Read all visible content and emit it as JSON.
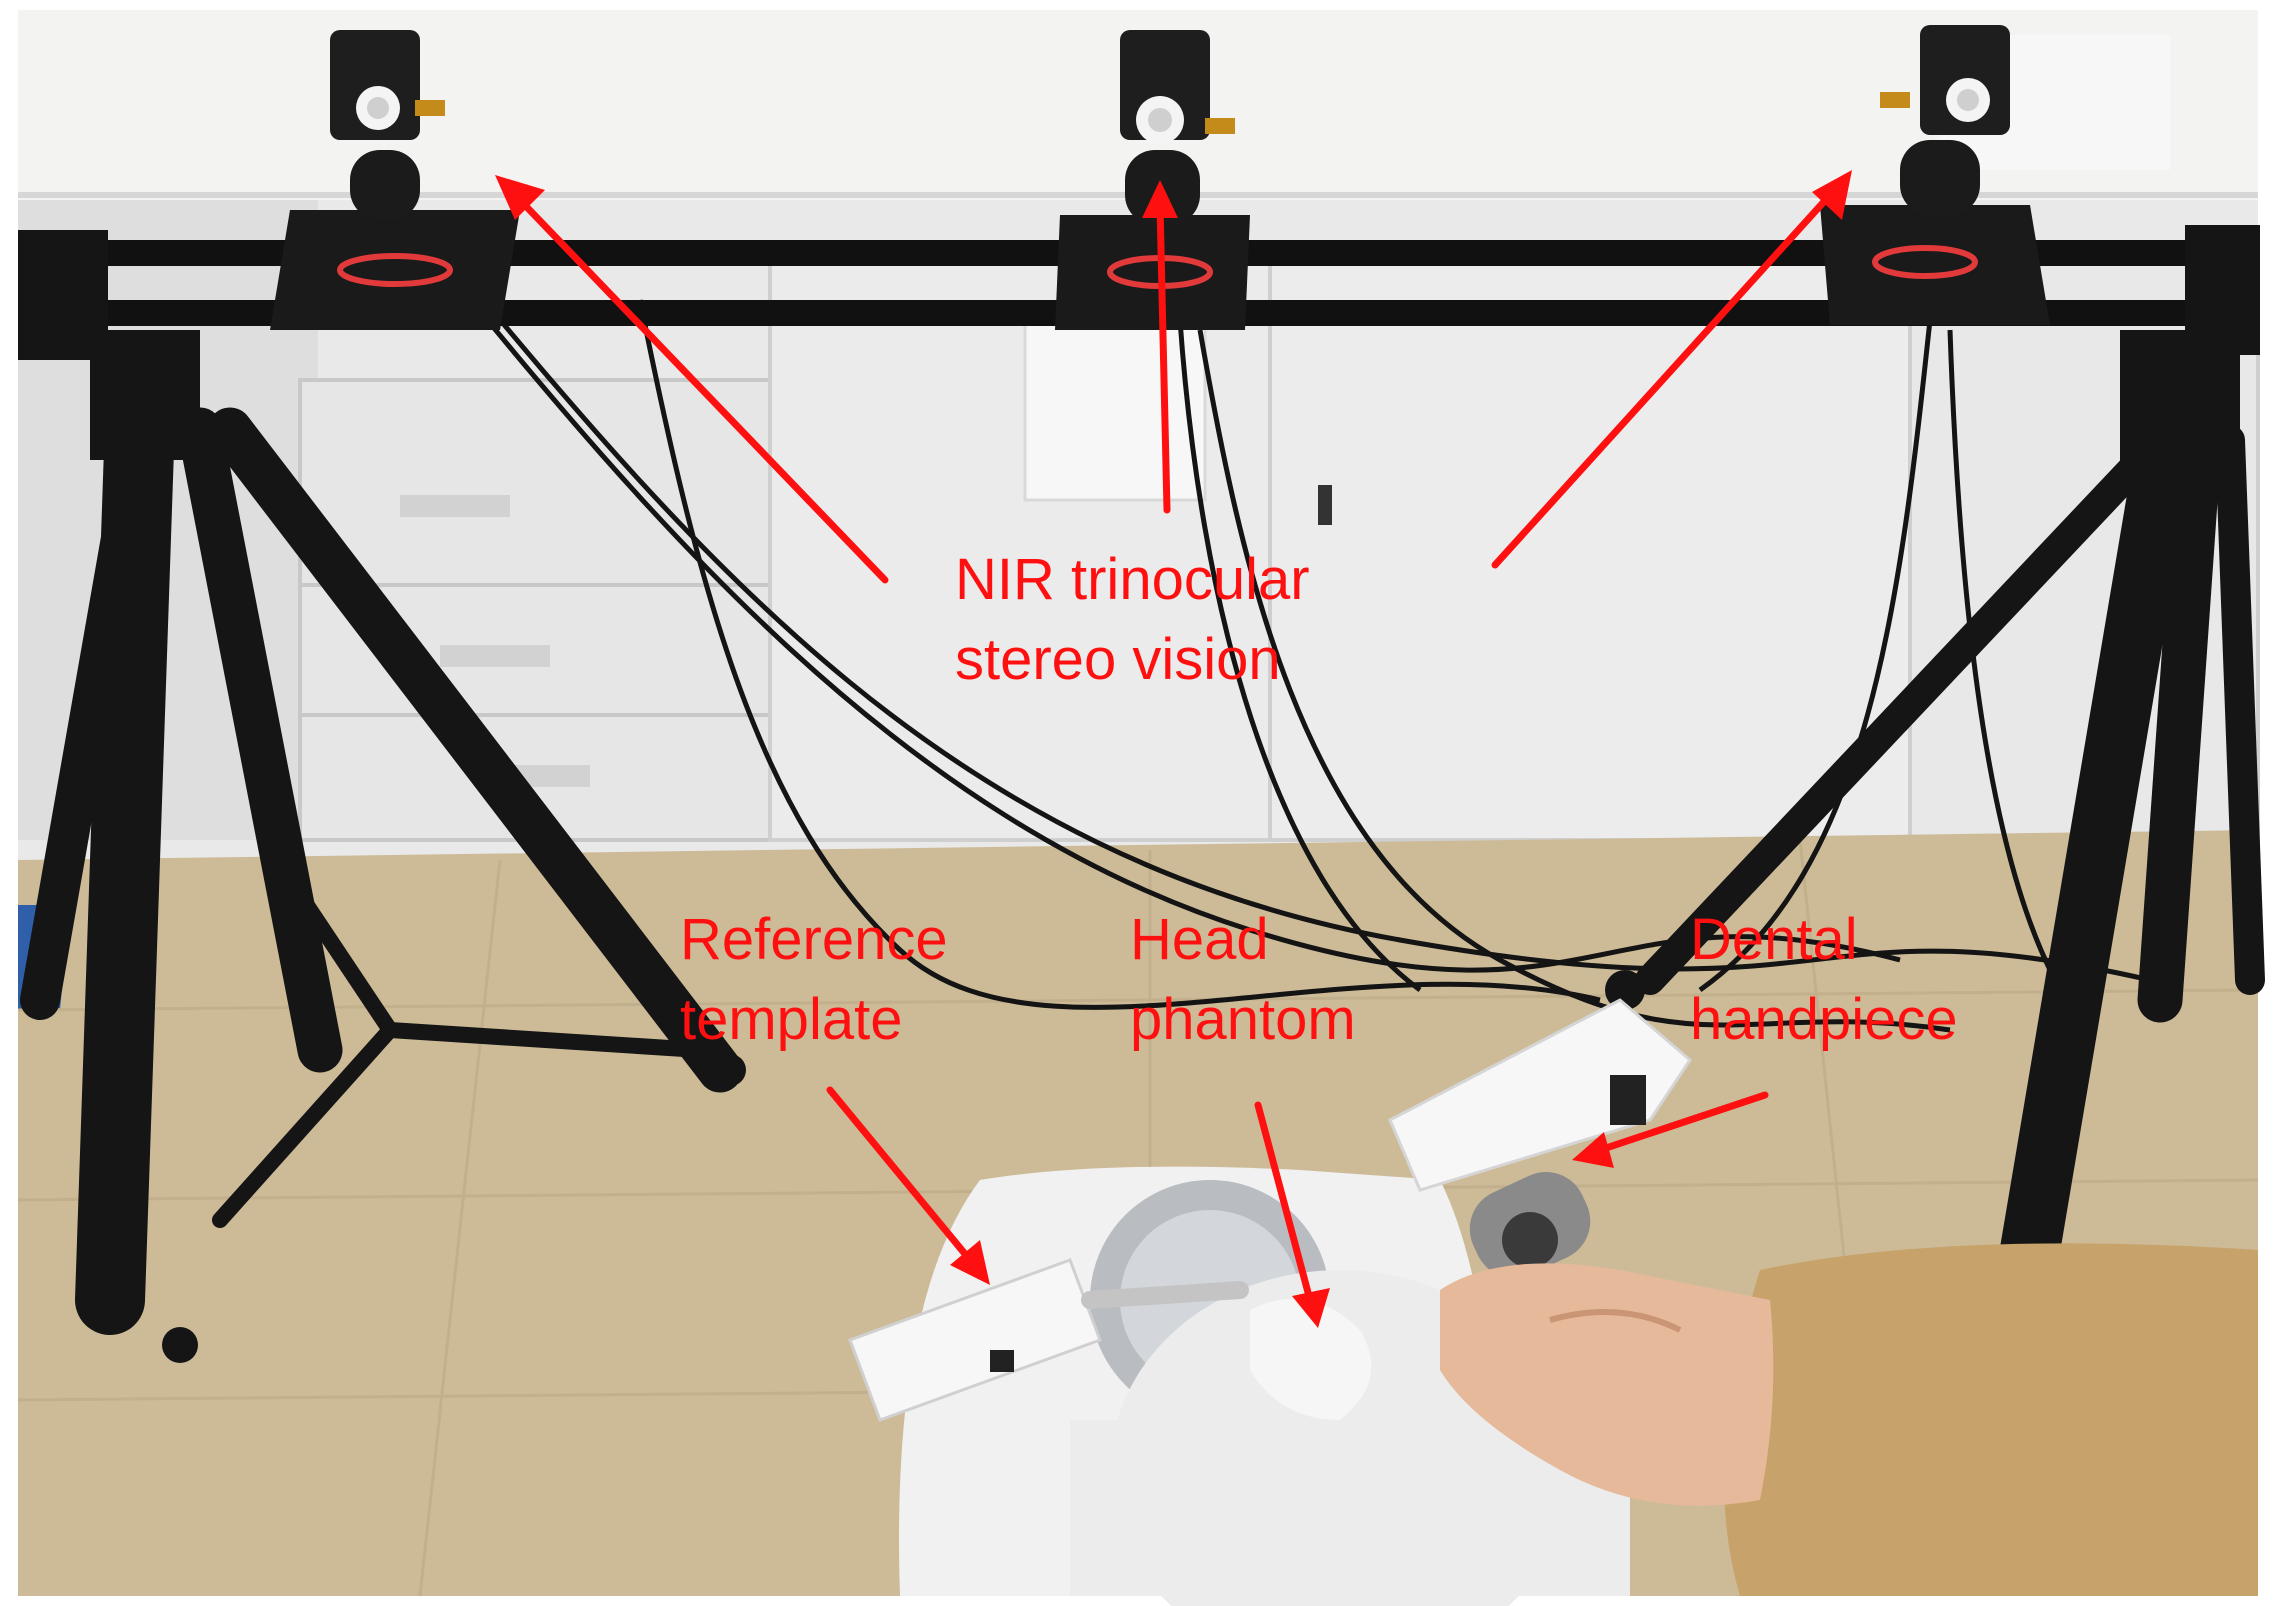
{
  "labels": {
    "cameras": [
      "NIR trinocular",
      "stereo vision"
    ],
    "reference": [
      "Reference",
      "template"
    ],
    "head": [
      "Head",
      "phantom"
    ],
    "dental": [
      "Dental",
      "handpiece"
    ]
  },
  "colors": {
    "annotation": "#ff1010",
    "cabinet": "#eaeaea",
    "floor": "#cdbb98",
    "tripod": "#161616",
    "jacket": "#c7a26a",
    "skin": "#e6b99a"
  }
}
